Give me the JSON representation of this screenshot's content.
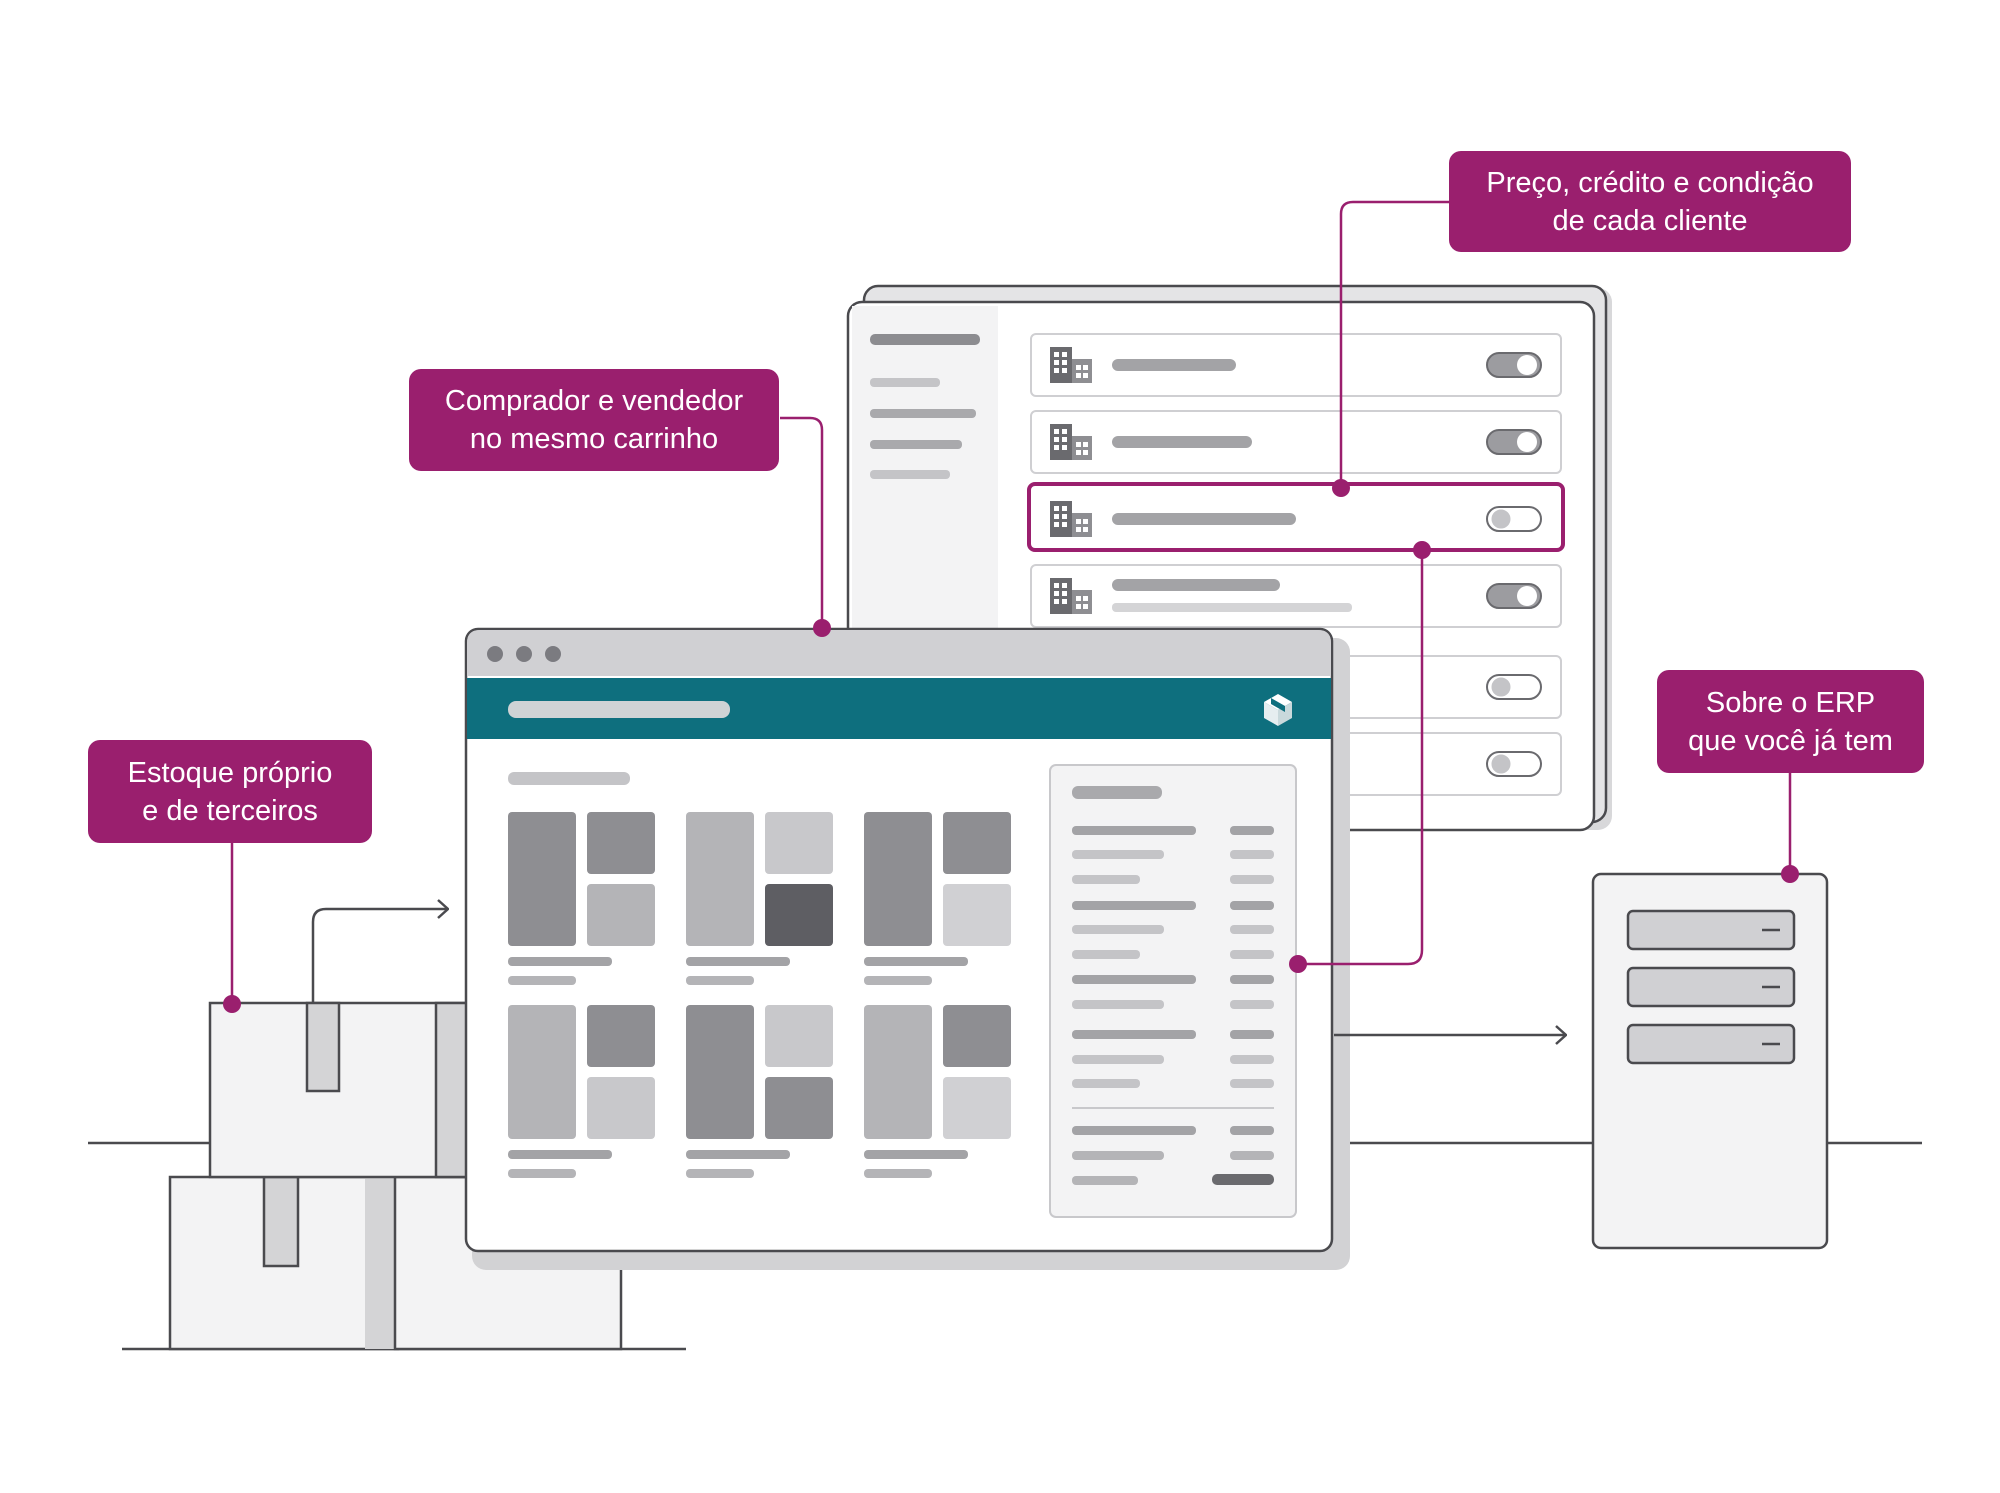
{
  "callouts": {
    "price_credit": "Preço, crédito e condição\nde cada cliente",
    "buyer_seller": "Comprador e vendedor\nno mesmo carrinho",
    "stock": "Estoque próprio\ne de terceiros",
    "erp": "Sobre o ERP\nque você já tem"
  },
  "colors": {
    "accent": "#9a1f6e",
    "header_teal": "#0e6f7e",
    "line_gray": "#4a4a4e",
    "panel_fill": "#f3f3f4",
    "placeholder_gray": "#a3a3a6"
  },
  "icons": {
    "customer_row": "building-icon",
    "header_logo": "box-logo-icon",
    "window_controls": "window-dot-icon"
  },
  "customer_list": {
    "rows": [
      {
        "toggle": "on",
        "highlighted": false
      },
      {
        "toggle": "on",
        "highlighted": false
      },
      {
        "toggle": "off",
        "highlighted": true
      },
      {
        "toggle": "on",
        "highlighted": false
      },
      {
        "toggle": "off",
        "highlighted": false
      },
      {
        "toggle": "off",
        "highlighted": false
      }
    ]
  },
  "erp_server": {
    "drive_count": 3
  }
}
